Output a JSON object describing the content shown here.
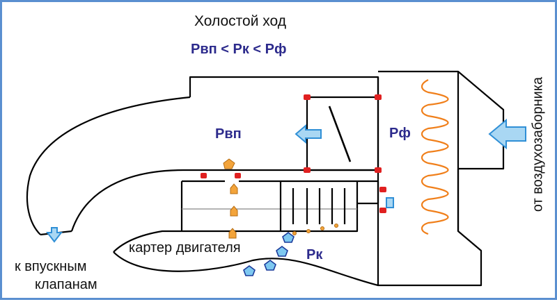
{
  "title": "Холостой ход",
  "formula": "Pвп < Pк < Pф",
  "labels": {
    "p_vp": "Pвп",
    "p_f": "Pф",
    "p_k": "Pк",
    "crankcase": "картер двигателя",
    "intake_line1": "к впускным",
    "intake_line2": "клапанам",
    "air_filter": "от воздухозаборника"
  },
  "colors": {
    "outline": "#000000",
    "text_pressure": "#2c2a8c",
    "arrow_fill": "#a9d7f3",
    "arrow_stroke": "#2f8fd6",
    "spring": "#f07f1a",
    "seal": "#e02020",
    "oil_drop": "#f3a43b",
    "gas_particle": "#7ec8f0",
    "gas_particle_outline": "#1a3a9a"
  }
}
